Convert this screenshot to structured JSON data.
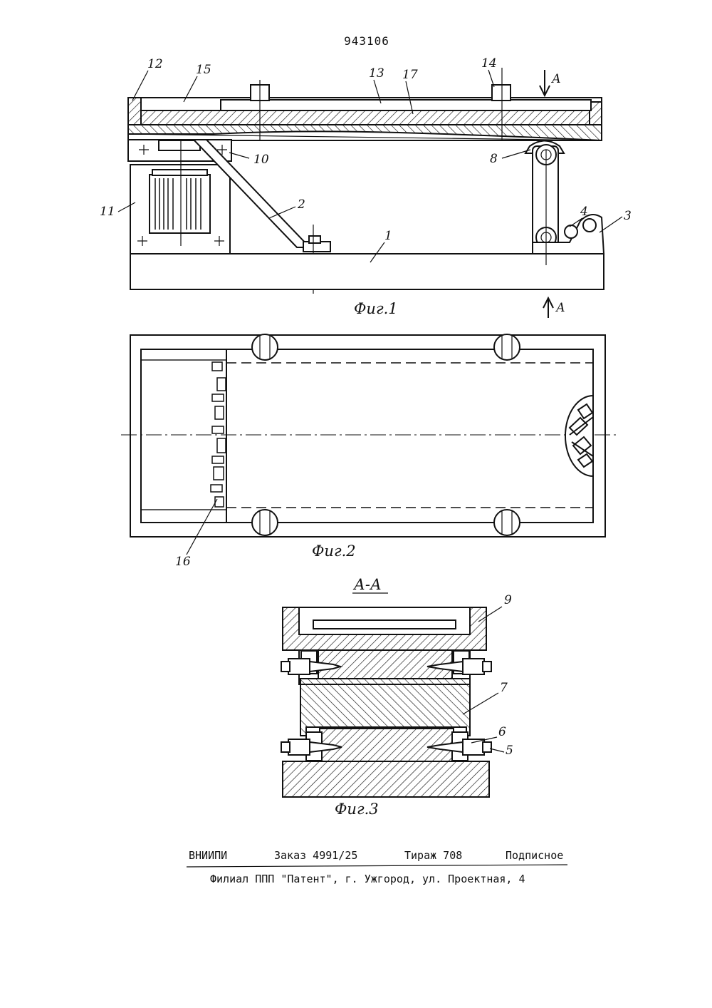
{
  "patent_number": "943106",
  "figures": {
    "fig1": {
      "caption": "Фиг.1",
      "section_mark": "А",
      "labels": [
        "12",
        "15",
        "13",
        "17",
        "14",
        "10",
        "8",
        "11",
        "2",
        "4",
        "3",
        "1"
      ]
    },
    "fig2": {
      "caption": "Фиг.2",
      "labels": [
        "16"
      ]
    },
    "fig3": {
      "caption": "Фиг.3",
      "section_title": "А-А",
      "labels": [
        "9",
        "7",
        "6",
        "5"
      ]
    }
  },
  "footer": {
    "org": "ВНИИПИ",
    "order": "Заказ 4991/25",
    "print_run": "Тираж 708",
    "subscription": "Подписное",
    "branch": "Филиал ППП \"Патент\", г. Ужгород, ул. Проектная, 4"
  }
}
